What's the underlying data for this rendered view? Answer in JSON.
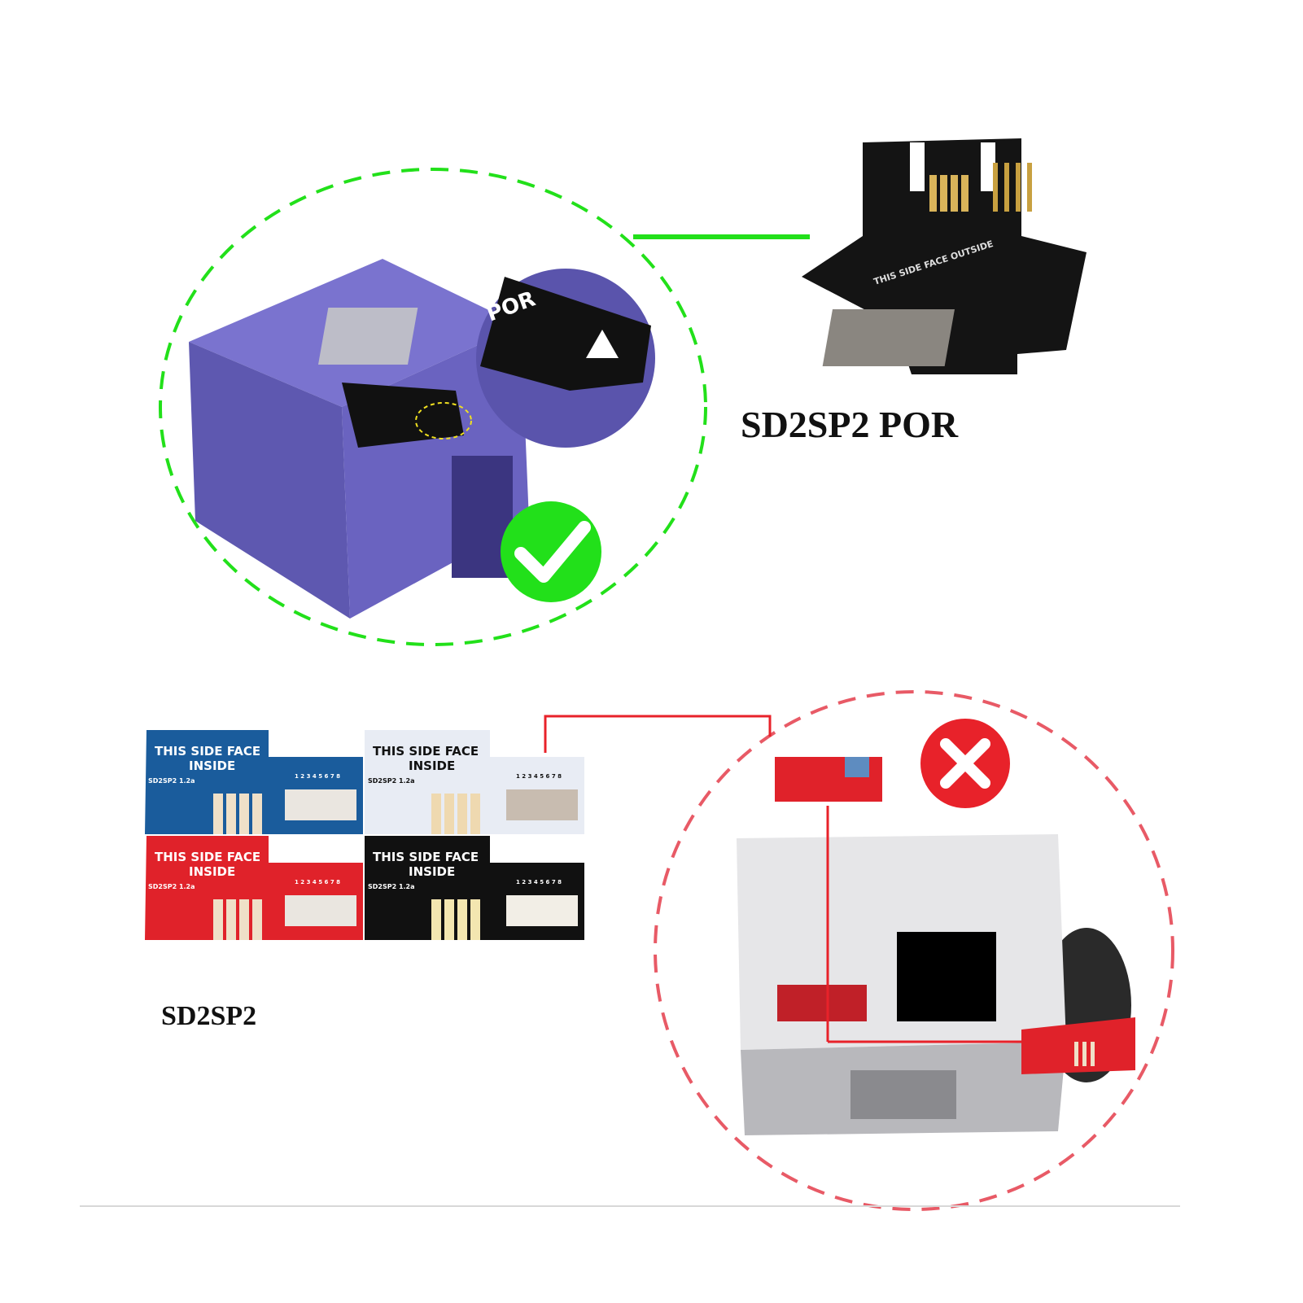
{
  "labels": {
    "por": "SD2SP2 POR",
    "standard": "SD2SP2"
  },
  "pcb_silk": {
    "line1": "THIS SIDE FACE",
    "line2": "INSIDE",
    "version": "SD2SP2 1.2a",
    "pins": "1 2 3 4 5 6 7 8",
    "outside": "THIS SIDE FACE OUTSIDE"
  },
  "status": {
    "correct_icon": "check-icon",
    "wrong_icon": "x-icon"
  },
  "colors": {
    "correct": "#22e01a",
    "wrong": "#e8222a",
    "console_purple": "#6b63c0",
    "console_silver": "#d4d4d6"
  },
  "pcb_colors": [
    "#1a5c9c",
    "#e8ecf4",
    "#e0222a",
    "#111111"
  ]
}
